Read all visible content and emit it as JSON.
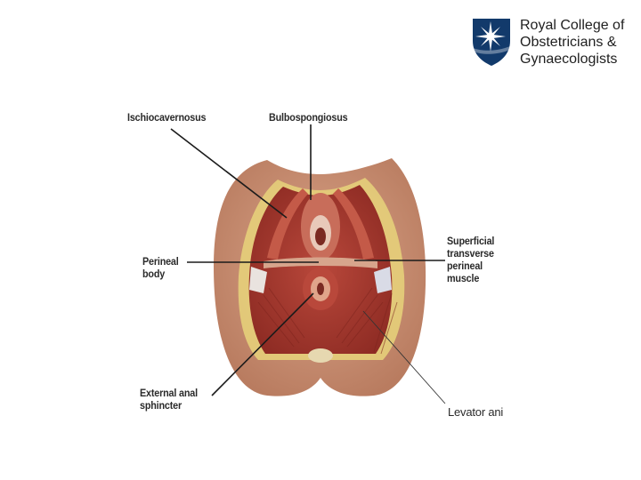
{
  "logo": {
    "lines": [
      "Royal College of",
      "Obstetricians &",
      "Gynaecologists"
    ]
  },
  "labels": {
    "ischiocavernosus": "Ischiocavernosus",
    "bulbospongiosus": "Bulbospongiosus",
    "perineal_body": [
      "Perineal",
      "body"
    ],
    "superficial_transverse": [
      "Superficial",
      "transverse",
      "perineal",
      "muscle"
    ],
    "external_anal_sphincter": [
      "External anal",
      "sphincter"
    ],
    "levator_ani": "Levator ani"
  },
  "colors": {
    "brand_navy": "#123a6b",
    "skin": "#c98f72",
    "muscle": "#a6382e",
    "fat_border": "#e0c468"
  }
}
